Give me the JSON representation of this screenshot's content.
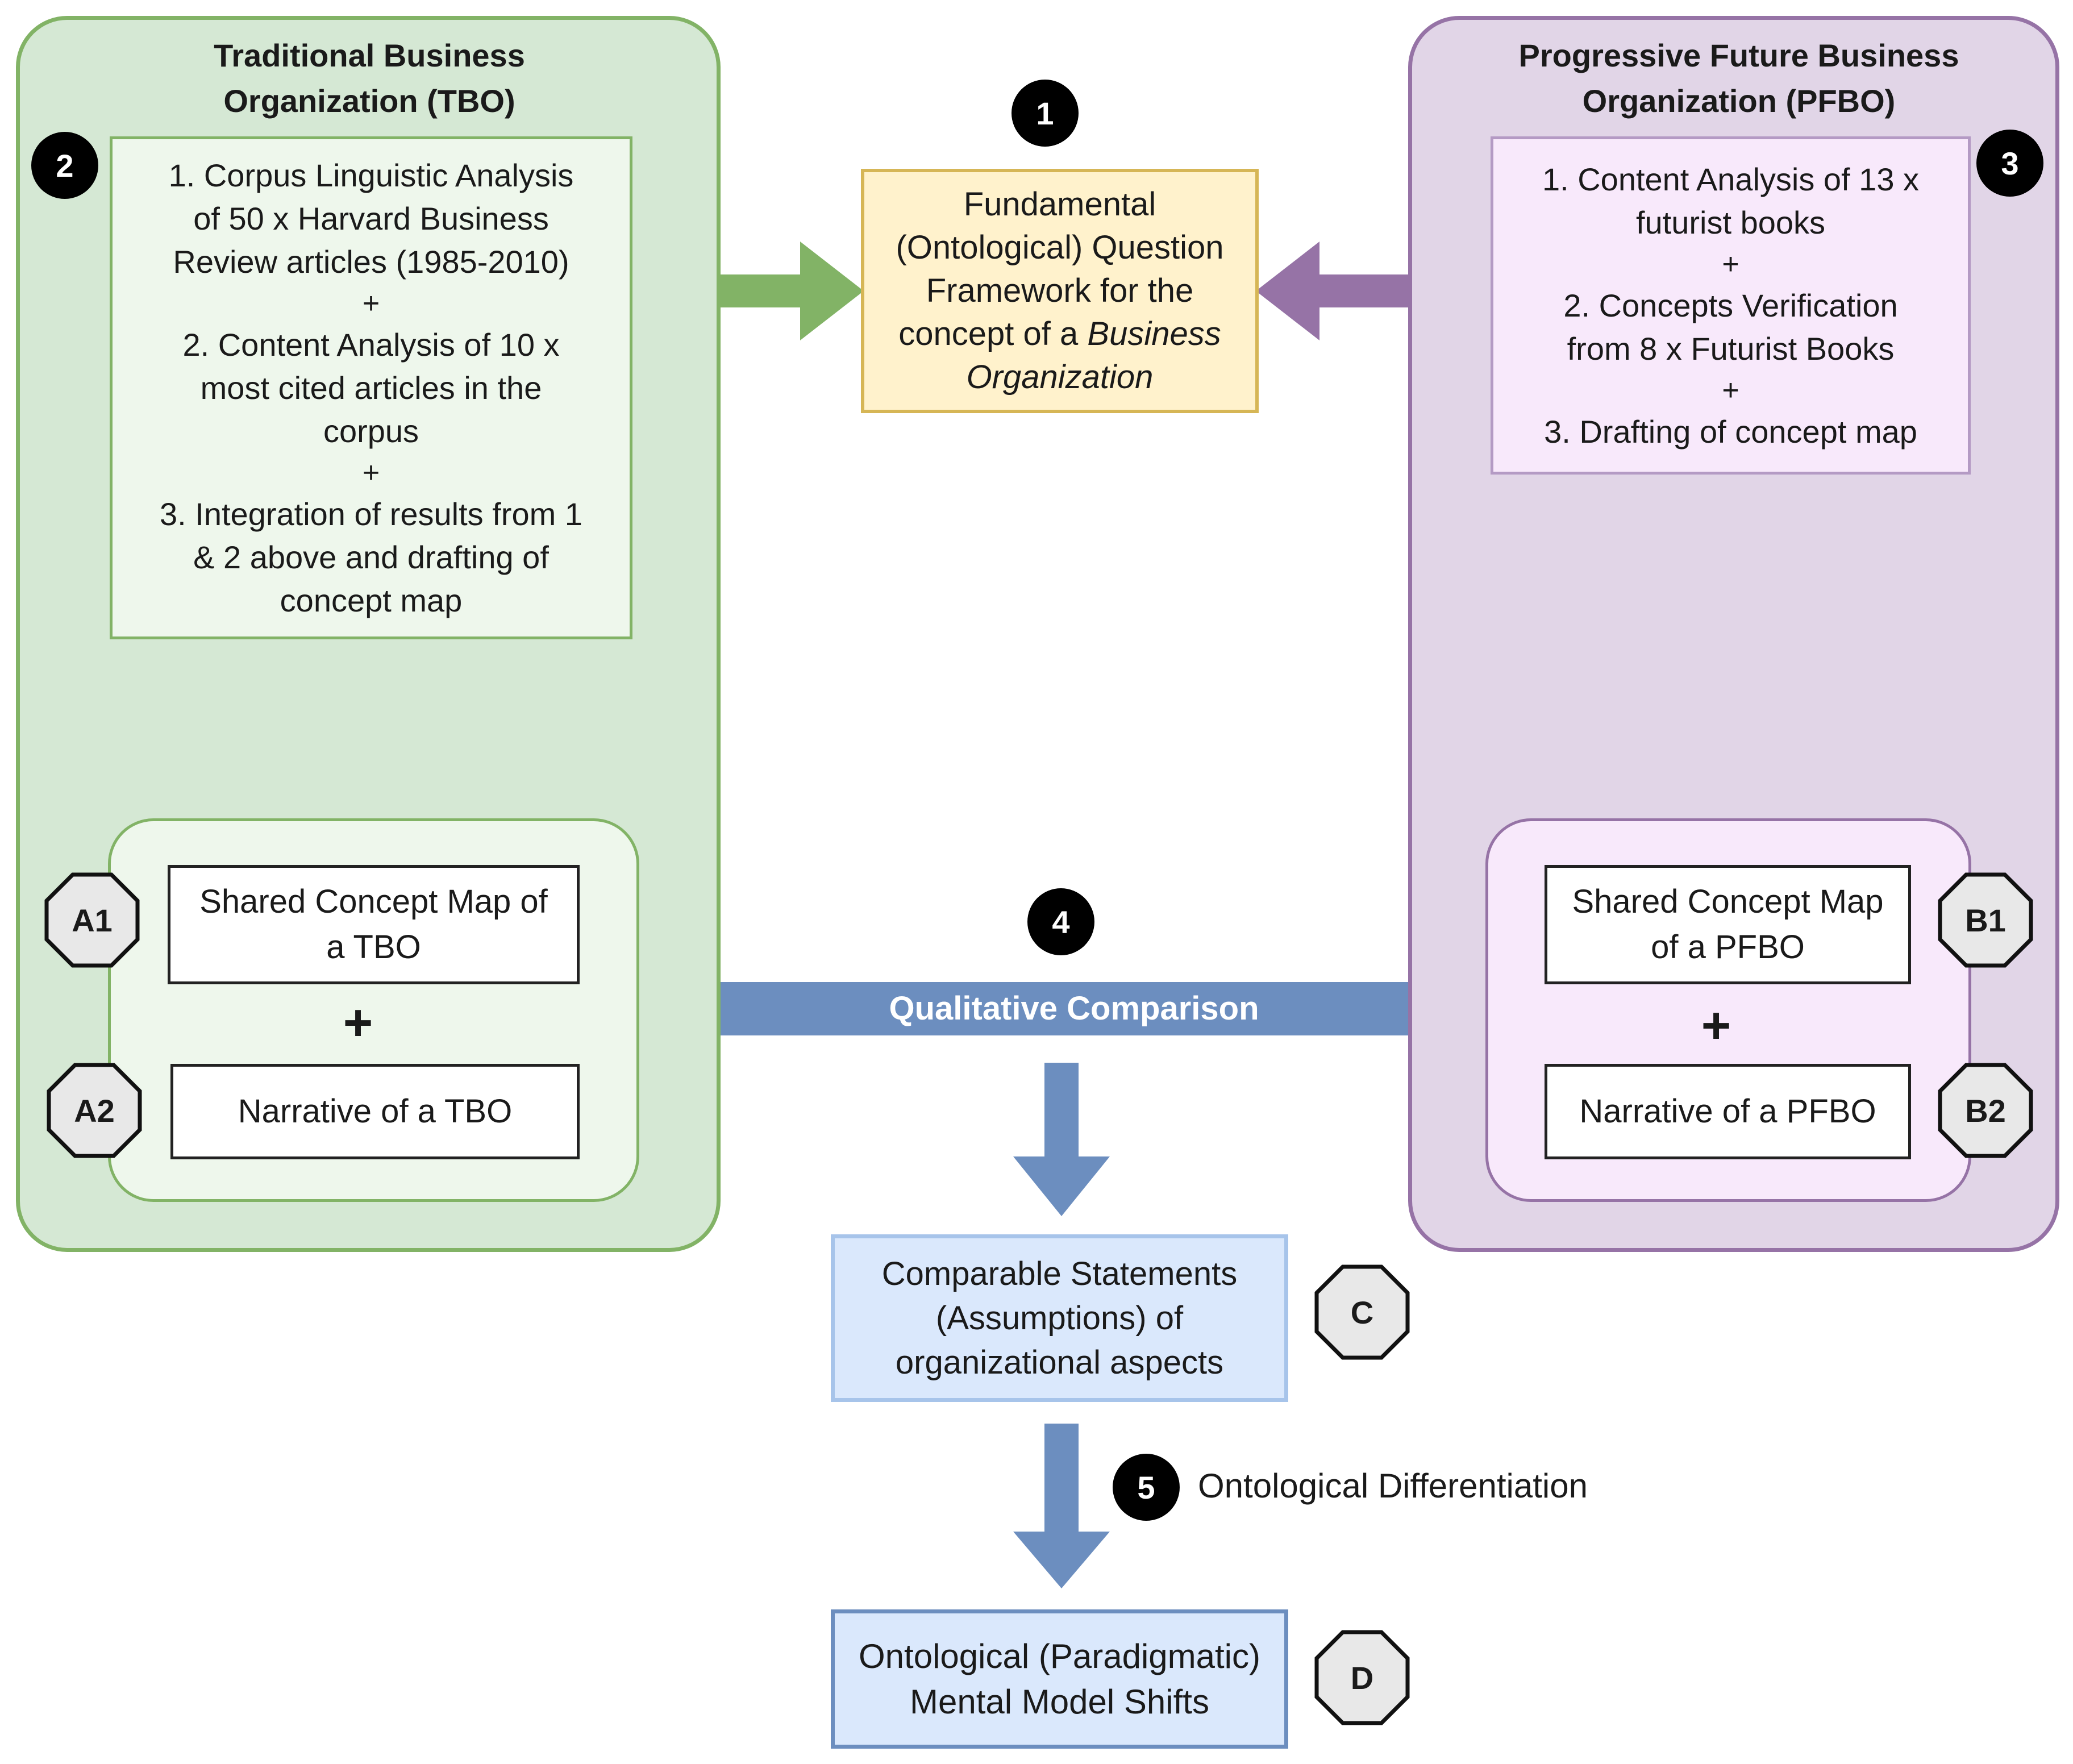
{
  "tbo": {
    "title_line1": "Traditional Business",
    "title_line2": "Organization (TBO)",
    "step_badge": "2",
    "methods": {
      "l1": "1.  Corpus Linguistic Analysis",
      "l2": "of 50 x Harvard Business",
      "l3": "Review articles (1985-2010)",
      "p1": "+",
      "l4": "2. Content Analysis of 10 x",
      "l5": "most cited articles in the",
      "l6": "corpus",
      "p2": "+",
      "l7": "3. Integration of results from 1",
      "l8": "& 2 above and drafting of",
      "l9": "concept map"
    },
    "output_a1": {
      "badge": "A1",
      "line1": "Shared Concept Map of",
      "line2": "a TBO"
    },
    "plus": "+",
    "output_a2": {
      "badge": "A2",
      "text": "Narrative of a TBO"
    }
  },
  "pfbo": {
    "title_line1": "Progressive Future Business",
    "title_line2": "Organization (PFBO)",
    "step_badge": "3",
    "methods": {
      "l1": "1. Content Analysis of 13 x",
      "l2": "futurist books",
      "p1": "+",
      "l3": "2. Concepts Verification",
      "l4": "from 8 x Futurist Books",
      "p2": "+",
      "l5": "3. Drafting of concept map"
    },
    "output_b1": {
      "badge": "B1",
      "line1": "Shared Concept Map",
      "line2": "of a PFBO"
    },
    "plus": "+",
    "output_b2": {
      "badge": "B2",
      "text": "Narrative of a PFBO"
    }
  },
  "framework": {
    "step_badge": "1",
    "l1": "Fundamental",
    "l2": "(Ontological) Question",
    "l3": "Framework for the",
    "l4_plain": "concept of a ",
    "l4_italic": "Business",
    "l5_italic": "Organization"
  },
  "comparison": {
    "step_badge": "4",
    "label": "Qualitative Comparison"
  },
  "statements": {
    "badge": "C",
    "l1": "Comparable Statements",
    "l2": "(Assumptions) of",
    "l3": "organizational aspects"
  },
  "differentiation": {
    "step_badge": "5",
    "label": "Ontological Differentiation"
  },
  "shifts": {
    "badge": "D",
    "l1": "Ontological (Paradigmatic)",
    "l2": "Mental Model Shifts"
  },
  "colors": {
    "green_fill": "#d5e8d4",
    "green_stroke": "#82b366",
    "purple_fill": "#e1d5e7",
    "purple_stroke": "#9673a6",
    "blue_arrow": "#6c8ebf",
    "framework_fill": "#fff2cc",
    "framework_stroke": "#d6b656",
    "blue_fill": "#dae8fc"
  }
}
